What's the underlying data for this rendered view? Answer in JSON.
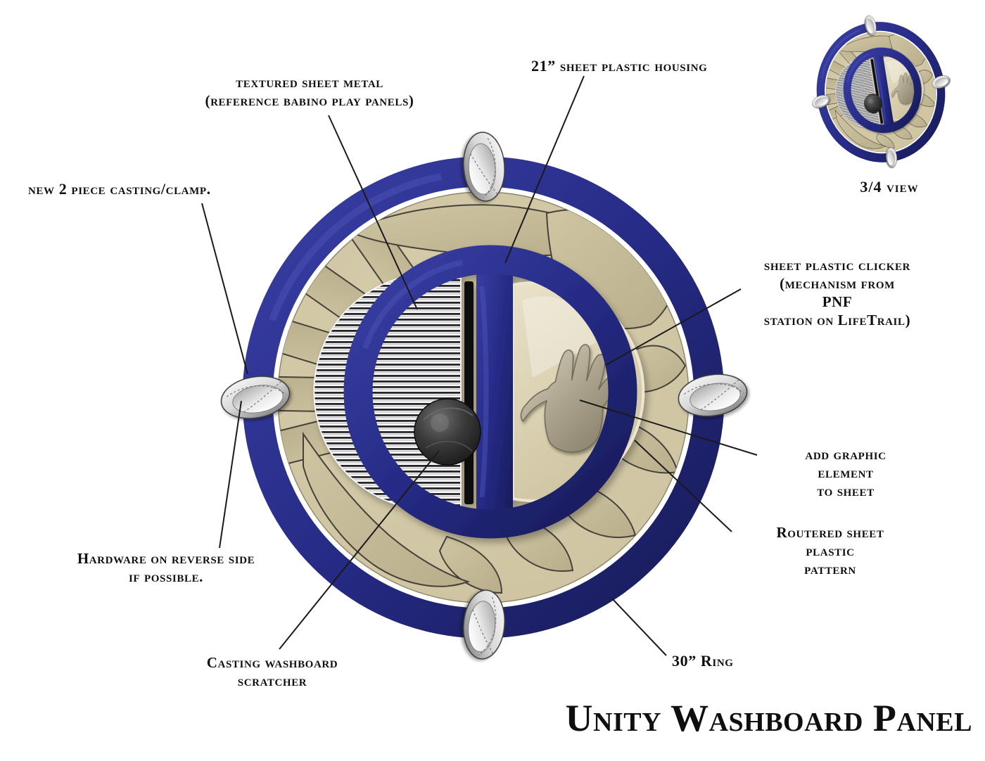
{
  "document": {
    "title": "Unity Washboard Panel",
    "background": "#ffffff"
  },
  "thumbnail": {
    "label": "3/4 view"
  },
  "annotations": {
    "textured_metal": "textured sheet metal\n(reference babino play panels)",
    "plastic_housing": "21” sheet plastic housing",
    "casting_clamp": "new 2 piece casting/clamp.",
    "plastic_clicker": "sheet plastic clicker\n(mechanism from PNF\nstation on LifeTrail)",
    "graphic_element": "add graphic element\nto sheet",
    "routered_pattern": "Routered sheet plastic\npattern",
    "hardware": "Hardware on reverse side\nif possible.",
    "scratcher": "Casting washboard\nscratcher",
    "ring_size": "30” Ring"
  },
  "colors": {
    "ring_navy": "#262b86",
    "ring_navy_dark": "#181b58",
    "disc_tan": "#cfc5a3",
    "pattern_tan": "#c6bb98",
    "sheet_tan": "#dcd3b5",
    "washboard_stripe": "#26262a",
    "clamp_silver": "#d9d9d9",
    "scratcher_dark": "#2b2b2b",
    "hand_grey": "#a79f8b",
    "leader_line": "#1a1a1a"
  }
}
